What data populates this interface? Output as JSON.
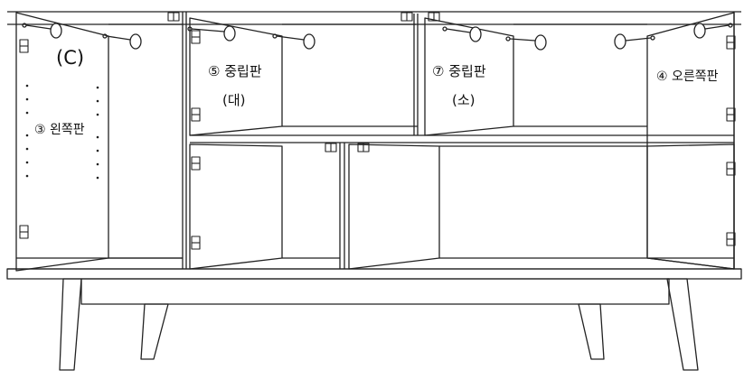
{
  "labels": {
    "panel_c": "(C)",
    "left_panel": "③ 왼쪽판",
    "middle_large": "⑤ 중립판",
    "middle_large_size": "(대)",
    "middle_small": "⑦ 중립판",
    "middle_small_size": "(소)",
    "right_panel": "④ 오른쪽판"
  },
  "colors": {
    "line": "#222222",
    "background": "#ffffff"
  }
}
